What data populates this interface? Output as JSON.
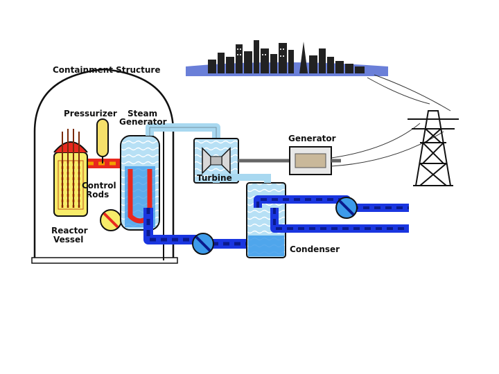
{
  "labels": {
    "containment": "Containment Structure",
    "pressurizer": "Pressurizer",
    "steam_line1": "Steam",
    "steam_line2": "Generator",
    "generator": "Generator",
    "turbine": "Turbine",
    "control_line1": "Control",
    "control_line2": "Rods",
    "reactor_line1": "Reactor",
    "reactor_line2": "Vessel",
    "condenser": "Condenser"
  },
  "colors": {
    "hot_loop": "#e8281e",
    "hot_dash": "#f2a000",
    "cold_loop": "#1a36e0",
    "cold_dash": "#0a1a8c",
    "steam": "#a8d8f0",
    "water": "#3d9bea",
    "core": "#f7ec6a",
    "outline": "#111111"
  },
  "icons": [
    "city-skyline-icon",
    "transmission-tower-icon",
    "pump-icon",
    "turbine-icon",
    "generator-icon"
  ]
}
